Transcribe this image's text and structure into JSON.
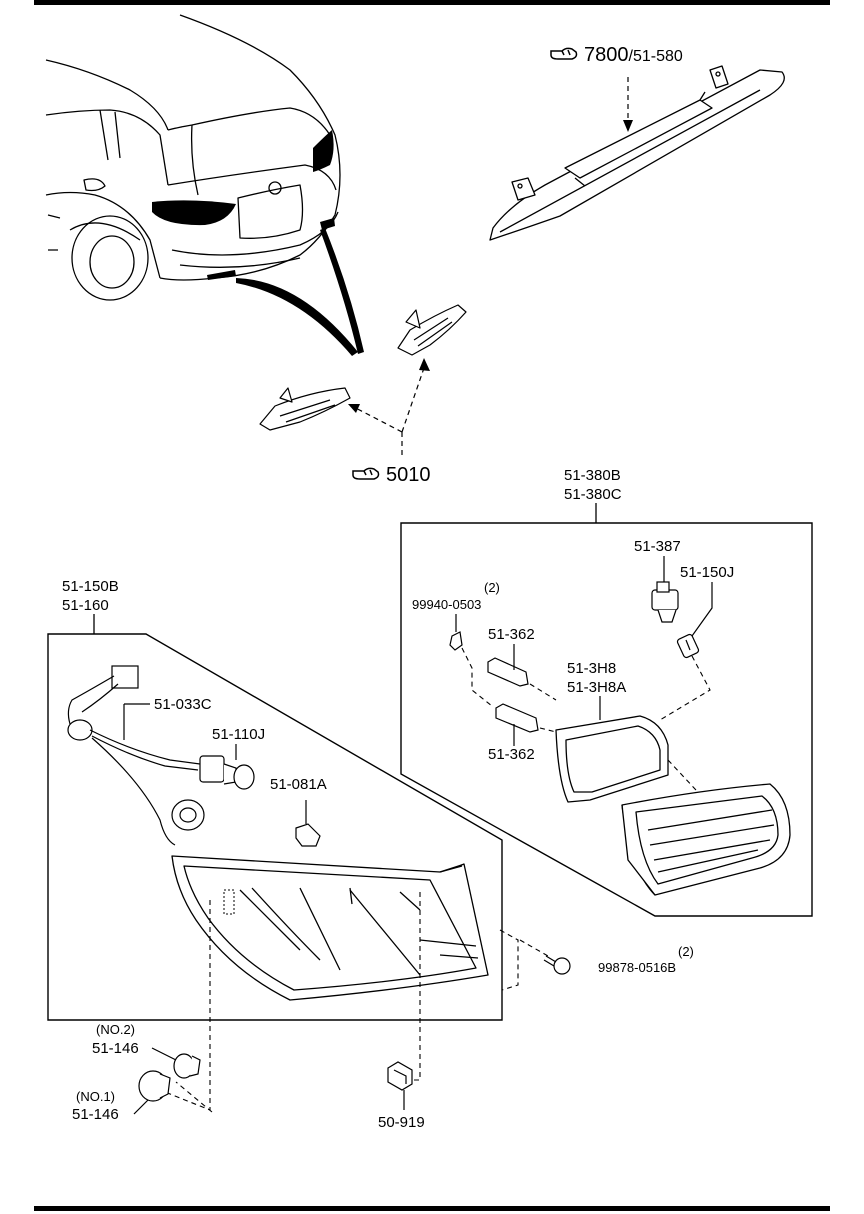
{
  "callouts": {
    "ref_7800": {
      "main": "7800",
      "sub": "/51-580"
    },
    "ref_5010": {
      "main": "5010"
    }
  },
  "labels": {
    "assy_380B": "51-380B",
    "assy_380C": "51-380C",
    "part_387": "51-387",
    "part_150J": "51-150J",
    "qty_99940": "(2)",
    "part_99940": "99940-0503",
    "part_362_top": "51-362",
    "part_3H8": "51-3H8",
    "part_3H8A": "51-3H8A",
    "part_362_bottom": "51-362",
    "assy_150B": "51-150B",
    "assy_160": "51-160",
    "part_033C": "51-033C",
    "part_110J": "51-110J",
    "part_081A": "51-081A",
    "qty_99878": "(2)",
    "part_99878": "99878-0516B",
    "note_no2": "(NO.2)",
    "part_146_no2": "51-146",
    "note_no1": "(NO.1)",
    "part_146_no1": "51-146",
    "part_50919": "50-919"
  }
}
